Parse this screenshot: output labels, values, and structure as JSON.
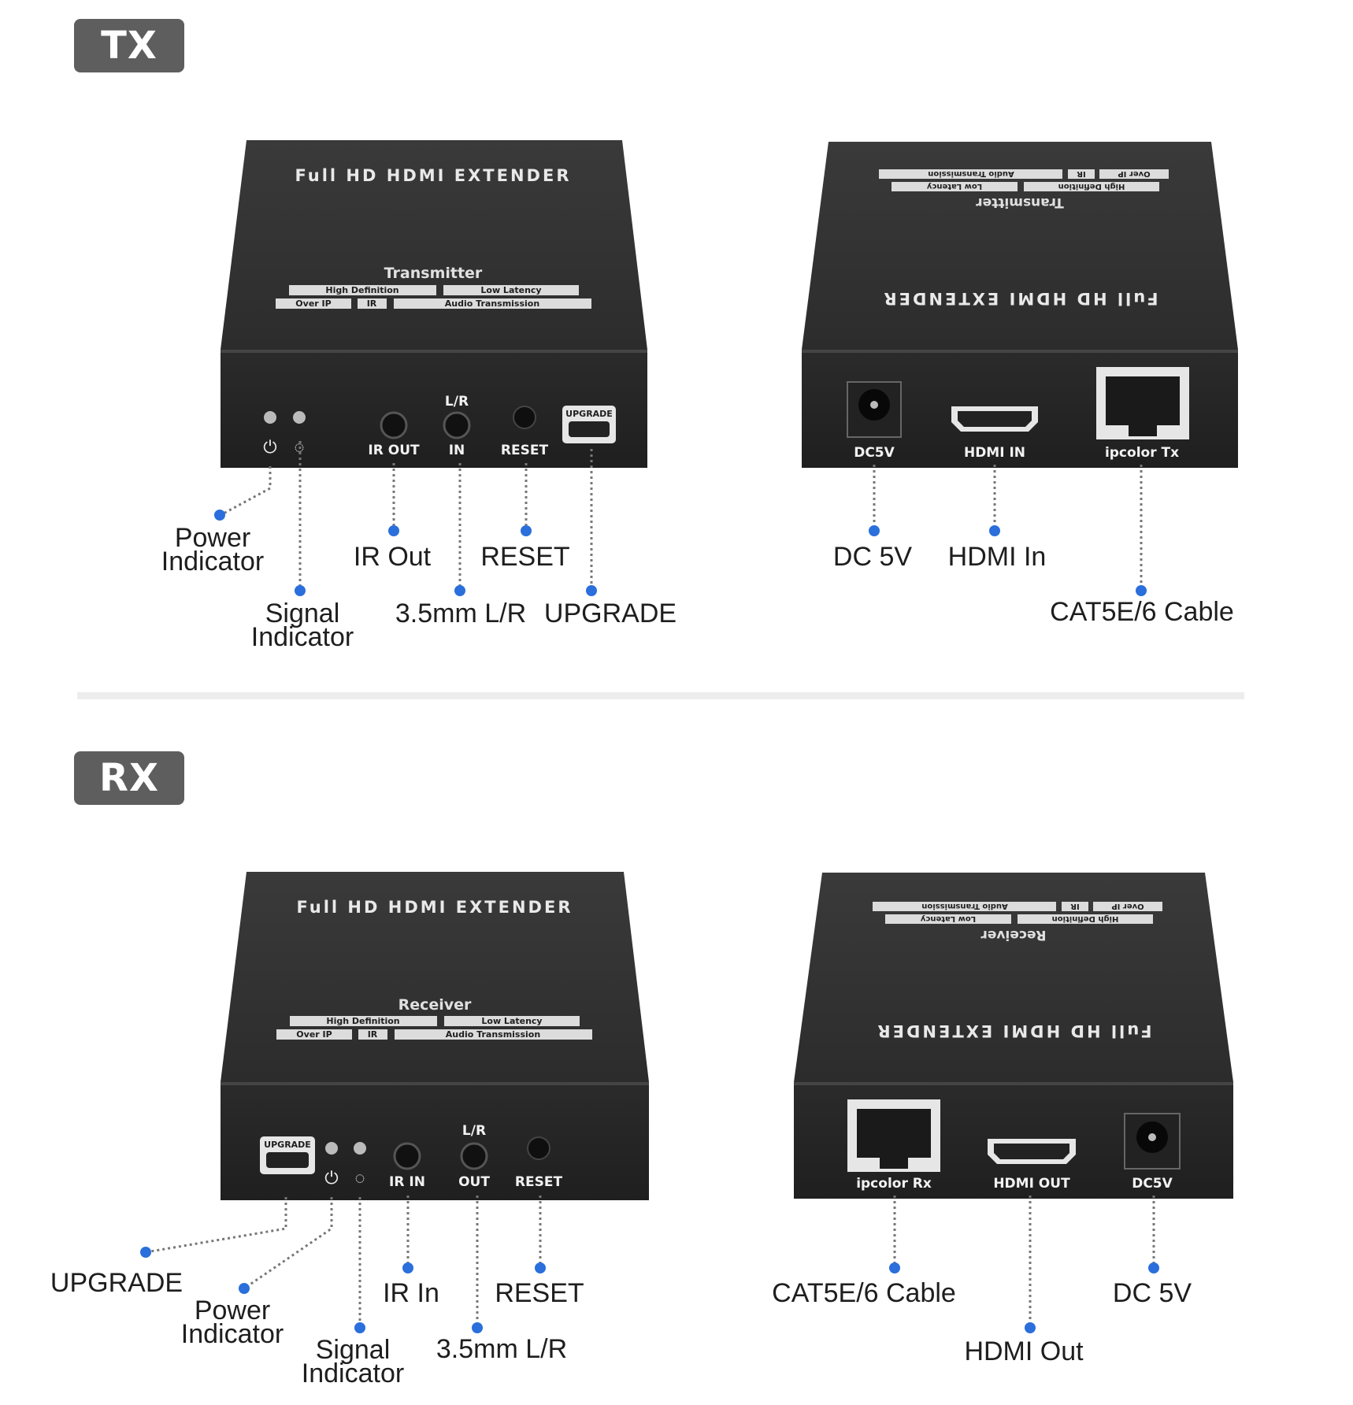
{
  "sections": {
    "tx_badge": "TX",
    "rx_badge": "RX"
  },
  "device_text": {
    "product_title": "Full HD HDMI EXTENDER",
    "tx_name": "Transmitter",
    "rx_name": "Receiver",
    "feature_1": "High Definition",
    "feature_2": "Low Latency",
    "feature_3": "Over IP",
    "feature_4": "IR",
    "feature_5": "Audio Transmission"
  },
  "port_labels": {
    "ir_out": "IR OUT",
    "ir_in": "IR IN",
    "lr": "L/R",
    "in": "IN",
    "out": "OUT",
    "reset": "RESET",
    "upgrade": "UPGRADE",
    "dc5v": "DC5V",
    "hdmi_in": "HDMI IN",
    "hdmi_out": "HDMI OUT",
    "ipcolor_tx": "ipcolor Tx",
    "ipcolor_rx": "ipcolor Rx"
  },
  "callouts": {
    "power_indicator_1": "Power",
    "power_indicator_2": "Indicator",
    "signal_indicator_1": "Signal",
    "signal_indicator_2": "Indicator",
    "ir_out": "IR Out",
    "ir_in": "IR In",
    "reset": "RESET",
    "lr_35": "3.5mm L/R",
    "upgrade": "UPGRADE",
    "dc5v": "DC 5V",
    "hdmi_in": "HDMI In",
    "hdmi_out": "HDMI Out",
    "cat_cable": "CAT5E/6 Cable"
  },
  "colors": {
    "device_body": "#2f2f2f",
    "callout_dot": "#2a6fdb",
    "badge": "#5e5e5e"
  }
}
